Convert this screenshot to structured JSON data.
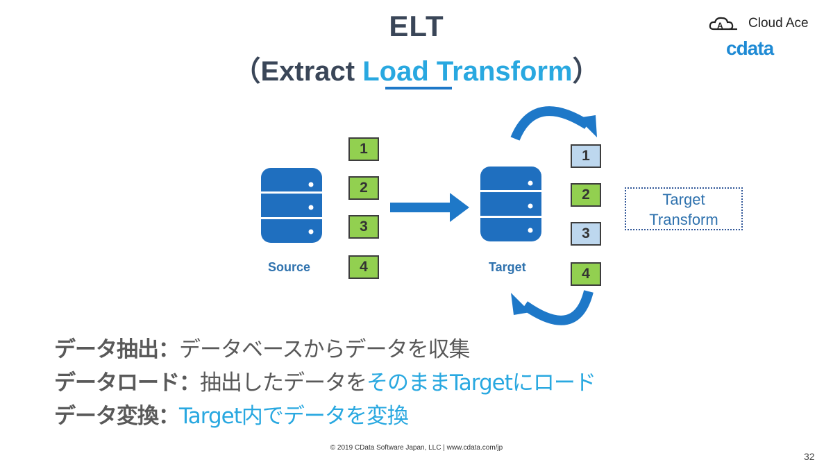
{
  "title": {
    "line1": "ELT",
    "open_paren": "（",
    "extract": "Extract ",
    "load": "Load",
    "space": " ",
    "transform": "Transform",
    "close_paren": "）"
  },
  "logos": {
    "cloud_ace": "Cloud Ace",
    "cdata": "cdata"
  },
  "diagram": {
    "source_label": "Source",
    "target_label": "Target",
    "source_steps": [
      "1",
      "2",
      "3",
      "4"
    ],
    "target_steps": [
      "1",
      "2",
      "3",
      "4"
    ],
    "target_transform": [
      "Target",
      "Transform"
    ],
    "colors": {
      "db": "#1f6fbf",
      "arrow": "#1e78c8",
      "step_green": "#92d050",
      "step_blue": "#bdd7ee"
    }
  },
  "lines": [
    {
      "label": "データ抽出：",
      "text": "データベースからデータを収集"
    },
    {
      "label": "データロード：",
      "text1": "抽出したデータを",
      "text2": "そのままTargetにロード"
    },
    {
      "label": "データ変換：",
      "text": "Target内でデータを変換"
    }
  ],
  "footer": "© 2019 CData Software Japan, LLC |  www.cdata.com/jp",
  "page_number": "32"
}
